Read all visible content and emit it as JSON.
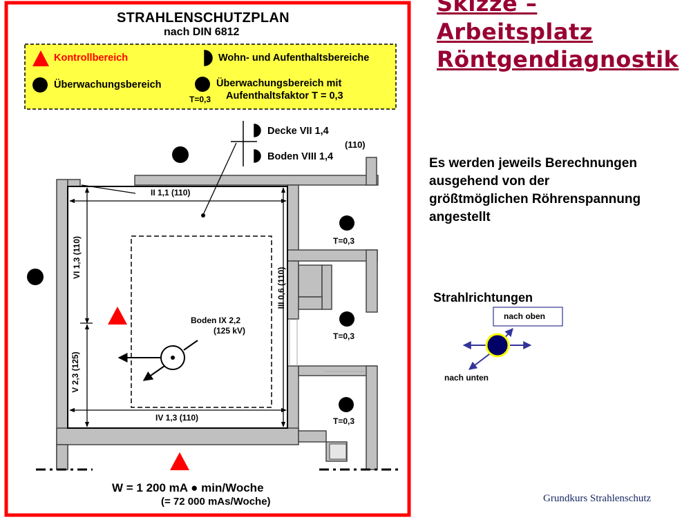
{
  "plan": {
    "title": "STRAHLENSCHUTZPLAN",
    "subtitle": "nach DIN 6812",
    "legend": {
      "kontroll": "Kontrollbereich",
      "wohn": "Wohn- und Aufenthaltsbereiche",
      "ueberwachung": "Überwachungsbereich",
      "ueberwachung_t_line1": "Überwachungsbereich mit",
      "ueberwachung_t_line2": "Aufenthaltsfaktor T = 0,3",
      "t_label": "T=0,3"
    },
    "decke": "Decke VII 1,4",
    "boden_viii": "Boden VIII 1,4",
    "label_110": "(110)",
    "wall_ii": "II  1,1 (110)",
    "wall_vi": "VI 1,3 (110)",
    "wall_v": "V  2,3 (125)",
    "wall_iii": "III  0,6 (110)",
    "wall_iv": "IV  1,3 (110)",
    "boden_ix_line1": "Boden IX  2,2",
    "boden_ix_line2": "(125 kV)",
    "room_t1": "T=0,3",
    "room_t2": "T=0,3",
    "room_t3": "T=0,3",
    "workload_line1": "W = 1 200 mA ● min/Woche",
    "workload_line2": "(= 72 000 mAs/Woche)"
  },
  "heading": {
    "line1": "Skizze –",
    "line2": "Arbeitsplatz",
    "line3": "Röntgendiagnostik"
  },
  "info": {
    "line1": "Es werden jeweils Berechnungen",
    "line2": "ausgehend von der",
    "line3": "größtmöglichen Röhrenspannung",
    "line4": "angestellt"
  },
  "beam": {
    "title": "Strahlrichtungen",
    "up": "nach oben",
    "down": "nach unten"
  },
  "footer": "Grundkurs Strahlenschutz",
  "colors": {
    "frame": "#ff0000",
    "legend_bg": "#ffff44",
    "wall": "#c0c0c0",
    "heading": "#990033",
    "beam_arrow": "#33339a",
    "source": "#000066",
    "source_ring": "#ffff00"
  }
}
